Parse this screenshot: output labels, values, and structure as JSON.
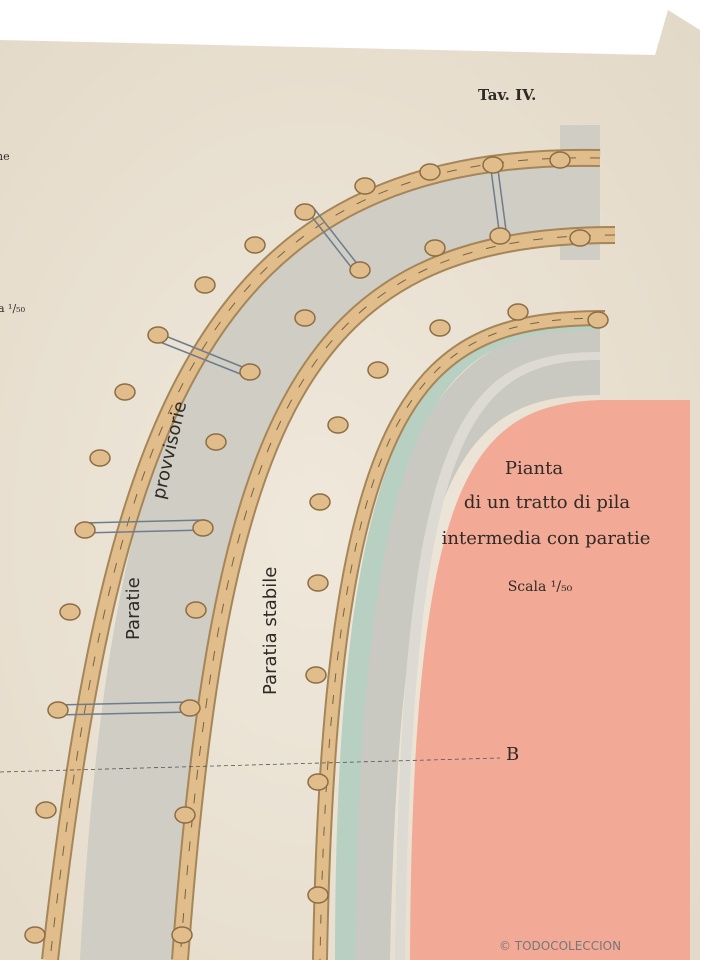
{
  "plate": {
    "number_label": "Tav. IV.",
    "left_margin_fragments": [
      "ne",
      "a ¹/₅₀"
    ]
  },
  "title_block": {
    "line1": "Pianta",
    "line2": "di un tratto di pila",
    "line3": "intermedia con paratie",
    "scale": "Scala ¹/₅₀"
  },
  "labels": {
    "provvisorie": "provvisorie",
    "paratie": "Paratie",
    "paratia_stabile": "Paratia stabile",
    "section_mark": "B"
  },
  "watermark": "© TODOCOLECCION",
  "colors": {
    "paper": "#ece4d6",
    "pier": "#f2a996",
    "gray_band": "#cfcdc4",
    "green_band": "#b7d0c2",
    "timber": "#e2bd8c",
    "timber_dark": "#a58658",
    "steel": "#6d7d8c",
    "ink": "#2f2a25"
  }
}
